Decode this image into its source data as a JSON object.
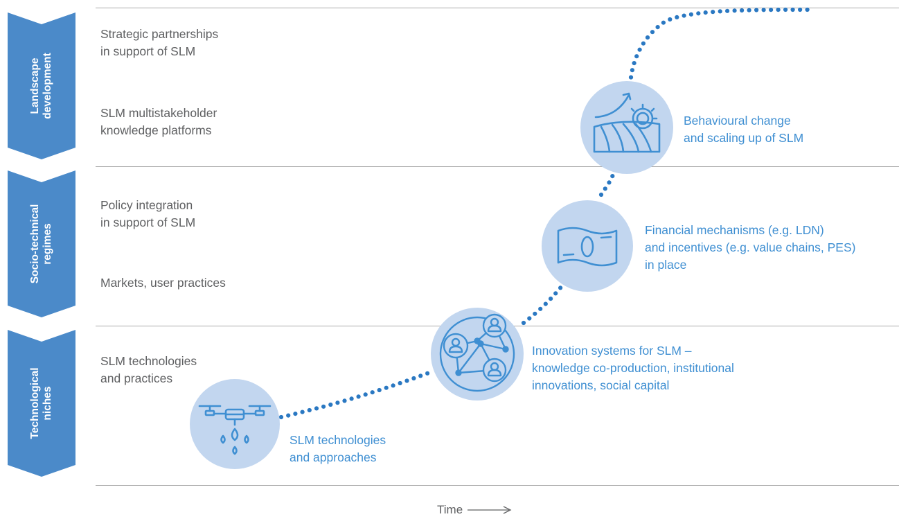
{
  "colors": {
    "chevron": "#4b8ac9",
    "row_text": "#5f6062",
    "stage_text": "#3f8fd2",
    "circle_fill": "#c2d6ef",
    "icon_stroke": "#3f8fd2",
    "dot": "#2a78c2",
    "divider": "#a9a9a9"
  },
  "levels": [
    {
      "line1": "Landscape",
      "line2": "development",
      "items": [
        "Strategic partnerships\nin support of SLM",
        "SLM multistakeholder\nknowledge platforms"
      ]
    },
    {
      "line1": "Socio-technical",
      "line2": "regimes",
      "items": [
        "Policy integration\nin support of SLM",
        "Markets, user practices"
      ]
    },
    {
      "line1": "Technological",
      "line2": "niches",
      "items": [
        "SLM technologies\nand practices"
      ]
    }
  ],
  "stages": [
    {
      "icon": "drone-irrigation-icon",
      "label": "SLM technologies\nand approaches"
    },
    {
      "icon": "people-network-icon",
      "label": "Innovation systems for SLM –\nknowledge co-production, institutional\ninnovations, social capital"
    },
    {
      "icon": "banknote-icon",
      "label": "Financial mechanisms (e.g. LDN)\nand incentives (e.g. value chains, PES)\nin place"
    },
    {
      "icon": "field-growth-icon",
      "label": "Behavioural change\nand scaling up of SLM"
    }
  ],
  "time_axis": {
    "label": "Time"
  }
}
